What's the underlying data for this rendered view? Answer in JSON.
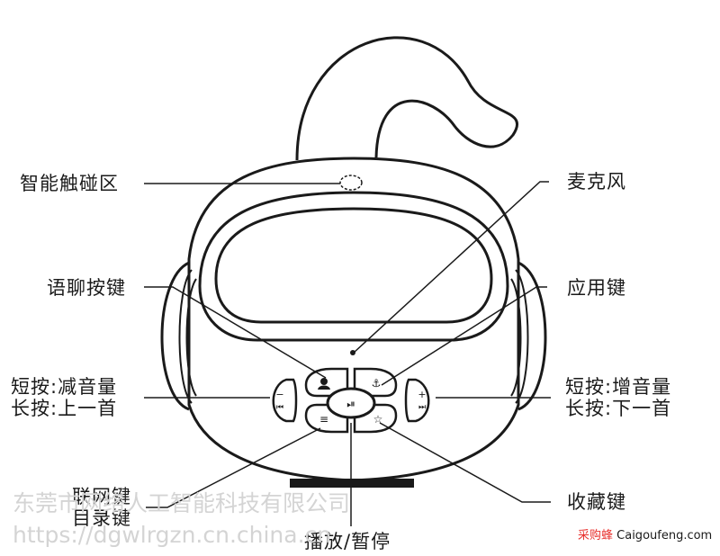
{
  "labels": {
    "touch": "智能触碰区",
    "voice_chat": "语聊按键",
    "short_vol_down": "短按:减音量",
    "long_prev": "长按:上一首",
    "network": "联网键",
    "menu": "目录键",
    "play_pause": "播放/暂停",
    "mic": "麦克风",
    "app": "应用键",
    "short_vol_up": "短按:增音量",
    "long_next": "长按:下一首",
    "favorite": "收藏键"
  },
  "watermark": {
    "company": "东莞市网络人工智能科技有限公司",
    "url": "https://dgwlrgzn.cn.china.cn"
  },
  "brand": {
    "name": "采购蜂",
    "site": "Caigoufeng.com",
    "color": "#e8322f"
  },
  "colors": {
    "line": "#1a1a1a",
    "watermark": "#d4d4d4"
  }
}
